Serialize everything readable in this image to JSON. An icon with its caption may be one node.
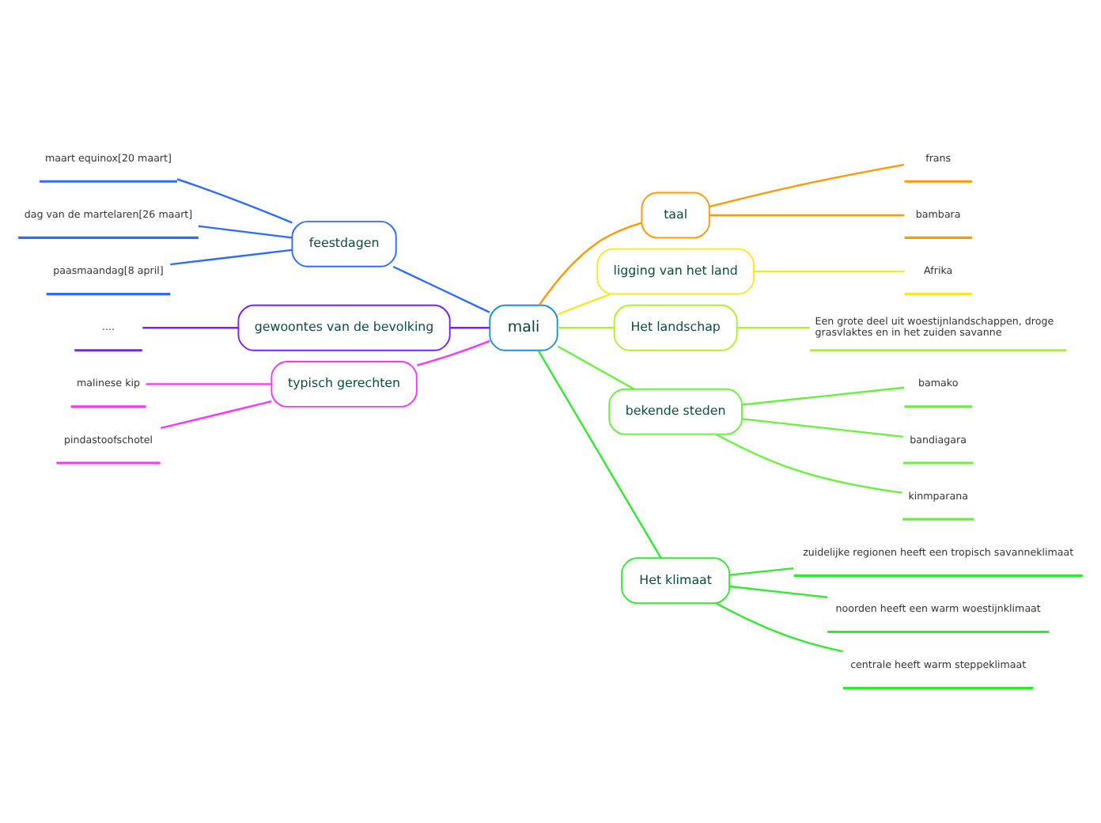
{
  "diagram": {
    "nodes": [
      {
        "text": [
          "mali"
        ]
      },
      {
        "text": [
          "feestdagen"
        ]
      },
      {
        "text": [
          "maart equinox[20 maart]"
        ]
      },
      {
        "text": [
          "dag van de martelaren[26 maart]"
        ]
      },
      {
        "text": [
          "paasmaandag[8 april]"
        ]
      },
      {
        "text": [
          "gewoontes van de bevolking"
        ]
      },
      {
        "text": [
          "...."
        ]
      },
      {
        "text": [
          "typisch gerechten"
        ]
      },
      {
        "text": [
          "malinese kip"
        ]
      },
      {
        "text": [
          "pindastoofschotel"
        ]
      },
      {
        "text": [
          "taal"
        ]
      },
      {
        "text": [
          "frans"
        ]
      },
      {
        "text": [
          "bambara"
        ]
      },
      {
        "text": [
          "ligging van het land"
        ]
      },
      {
        "text": [
          "Afrika"
        ]
      },
      {
        "text": [
          "Het landschap"
        ]
      },
      {
        "text": [
          "Een grote deel uit woestijnlandschappen, droge grasvlaktes en in het zuiden savanne"
        ]
      },
      {
        "text": [
          "bekende steden"
        ]
      },
      {
        "text": [
          "bamako"
        ]
      },
      {
        "text": [
          "bandiagara"
        ]
      },
      {
        "text": [
          "kinmparana"
        ]
      },
      {
        "text": [
          "Het klimaat"
        ]
      },
      {
        "text": [
          "zuidelijke regionen heeft een tropisch savanneklimaat"
        ]
      },
      {
        "text": [
          "noorden heeft een warm woestijnklimaat"
        ]
      },
      {
        "text": [
          "centrale heeft warm steppeklimaat"
        ]
      }
    ],
    "edges": [
      {
        "from": 0,
        "to": 1,
        "arrow": "none",
        "color": "#2e6bff"
      },
      {
        "from": 1,
        "to": 2,
        "arrow": "none",
        "color": "#2e6bff"
      },
      {
        "from": 1,
        "to": 3,
        "arrow": "none",
        "color": "#2e6bff"
      },
      {
        "from": 1,
        "to": 4,
        "arrow": "none",
        "color": "#2e6bff"
      },
      {
        "from": 0,
        "to": 5,
        "arrow": "none",
        "color": "#7a1fff"
      },
      {
        "from": 5,
        "to": 6,
        "arrow": "none",
        "color": "#7a1fff"
      },
      {
        "from": 0,
        "to": 7,
        "arrow": "none",
        "color": "#ff33ff"
      },
      {
        "from": 7,
        "to": 8,
        "arrow": "none",
        "color": "#ff33ff"
      },
      {
        "from": 7,
        "to": 9,
        "arrow": "none",
        "color": "#ff33ff"
      },
      {
        "from": 0,
        "to": 10,
        "arrow": "none",
        "color": "#ff9900"
      },
      {
        "from": 10,
        "to": 11,
        "arrow": "none",
        "color": "#ff9900"
      },
      {
        "from": 10,
        "to": 12,
        "arrow": "none",
        "color": "#ff9900"
      },
      {
        "from": 0,
        "to": 13,
        "arrow": "none",
        "color": "#f5e82a"
      },
      {
        "from": 13,
        "to": 14,
        "arrow": "none",
        "color": "#f5e82a"
      },
      {
        "from": 0,
        "to": 15,
        "arrow": "none",
        "color": "#b0f02a"
      },
      {
        "from": 15,
        "to": 16,
        "arrow": "none",
        "color": "#b0f02a"
      },
      {
        "from": 0,
        "to": 17,
        "arrow": "none",
        "color": "#66f23a"
      },
      {
        "from": 17,
        "to": 18,
        "arrow": "none",
        "color": "#66f23a"
      },
      {
        "from": 17,
        "to": 19,
        "arrow": "none",
        "color": "#66f23a"
      },
      {
        "from": 17,
        "to": 20,
        "arrow": "none",
        "color": "#66f23a"
      },
      {
        "from": 0,
        "to": 21,
        "arrow": "none",
        "color": "#33e833"
      },
      {
        "from": 21,
        "to": 22,
        "arrow": "none",
        "color": "#33e833"
      },
      {
        "from": 21,
        "to": 23,
        "arrow": "none",
        "color": "#33e833"
      },
      {
        "from": 21,
        "to": 24,
        "arrow": "none",
        "color": "#33e833"
      }
    ]
  }
}
